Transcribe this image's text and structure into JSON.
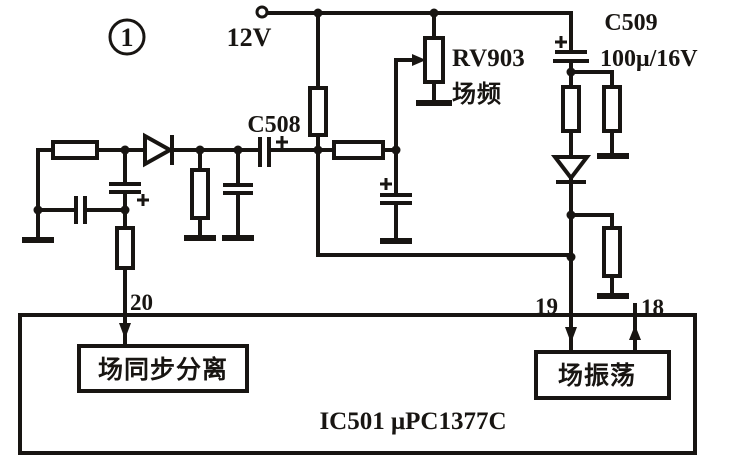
{
  "diagram": {
    "figure_number": "1",
    "power_label": "12V",
    "capacitors": {
      "c508_name": "C508",
      "c509_name": "C509",
      "c509_value": "100μ/16V"
    },
    "potentiometer": {
      "name": "RV903",
      "function": "场频"
    },
    "ic": {
      "name": "IC501 μPC1377C",
      "pins": {
        "p20": "20",
        "p19": "19",
        "p18": "18"
      },
      "blocks": {
        "sync_separation": "场同步分离",
        "field_oscillator": "场振荡"
      }
    }
  }
}
